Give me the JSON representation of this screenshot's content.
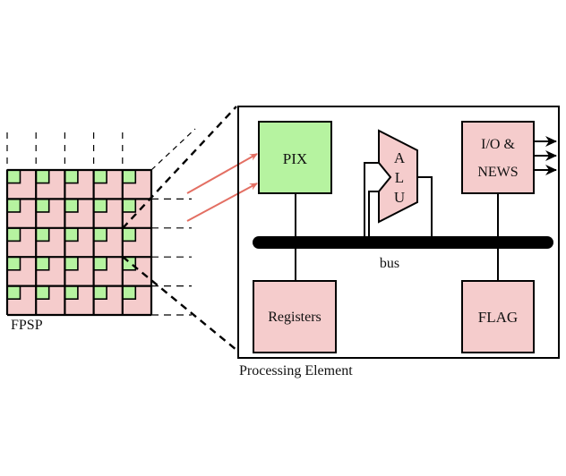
{
  "colors": {
    "pe_fill": "#f5cccc",
    "pix_fill": "#b6f3a0",
    "stroke": "#000000",
    "arrow_red": "#e36f63",
    "background": "#ffffff"
  },
  "fpsp": {
    "label": "FPSP",
    "rows": 5,
    "cols": 5
  },
  "processing_element": {
    "title": "Processing Element",
    "bus_label": "bus",
    "blocks": {
      "pix": "PIX",
      "alu_letters": [
        "A",
        "L",
        "U"
      ],
      "io_news_line1": "I/O &",
      "io_news_line2": "NEWS",
      "registers": "Registers",
      "flag": "FLAG"
    },
    "io_output_arrows": 3,
    "pix_input_arrows": 2
  }
}
